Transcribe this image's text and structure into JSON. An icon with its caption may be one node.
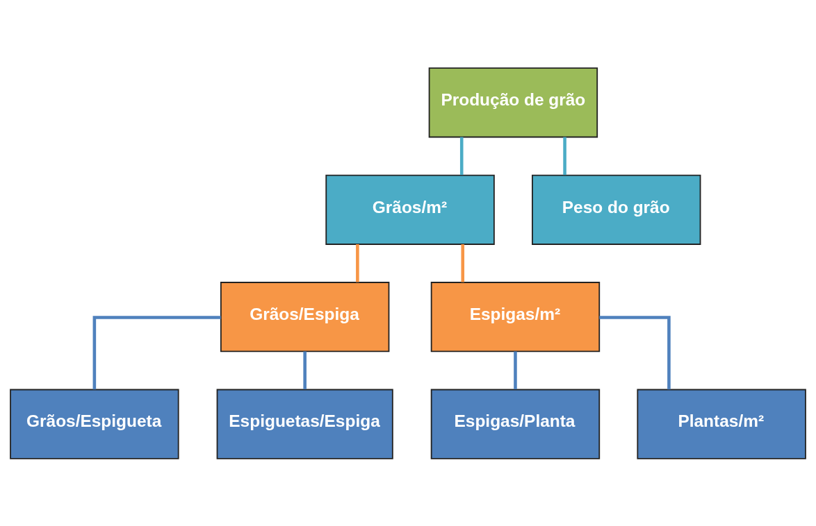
{
  "diagram": {
    "nodes": [
      {
        "text": [
          "Produção de grão"
        ]
      },
      {
        "text": [
          "Grãos/m²"
        ]
      },
      {
        "text": [
          "Peso do grão"
        ]
      },
      {
        "text": [
          "Grãos/Espiga"
        ]
      },
      {
        "text": [
          "Espigas/m²"
        ]
      },
      {
        "text": [
          "Grãos/Espigueta"
        ]
      },
      {
        "text": [
          "Espiguetas/Espiga"
        ]
      },
      {
        "text": [
          "Espigas/Planta"
        ]
      },
      {
        "text": [
          "Plantas/m²"
        ]
      }
    ],
    "edges": [
      {
        "from": 0,
        "to": 1,
        "arrow": "none",
        "color": "#4bacc6"
      },
      {
        "from": 0,
        "to": 2,
        "arrow": "none",
        "color": "#4bacc6"
      },
      {
        "from": 1,
        "to": 3,
        "arrow": "none",
        "color": "#f79646"
      },
      {
        "from": 1,
        "to": 4,
        "arrow": "none",
        "color": "#f79646"
      },
      {
        "from": 3,
        "to": 5,
        "arrow": "none"
      },
      {
        "from": 3,
        "to": 6,
        "arrow": "none"
      },
      {
        "from": 4,
        "to": 7,
        "arrow": "none"
      },
      {
        "from": 4,
        "to": 8,
        "arrow": "none"
      }
    ]
  }
}
